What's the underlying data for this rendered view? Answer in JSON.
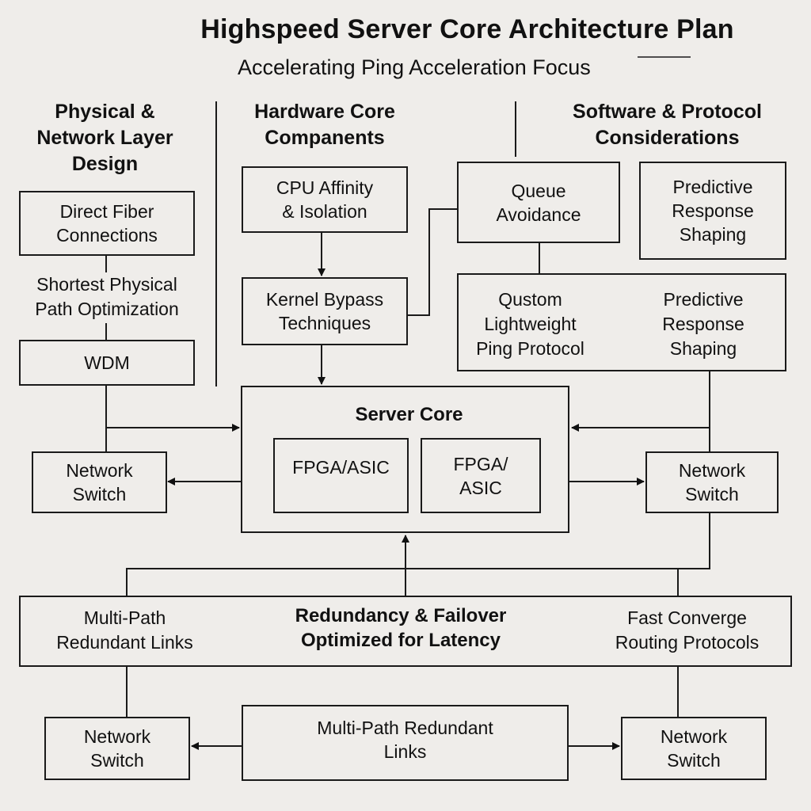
{
  "header": {
    "title": "Highspeed Server Core Architecture Plan",
    "subtitle": "Accelerating Ping Acceleration Focus"
  },
  "columns": {
    "physical": "Physical &\nNetwork Layer\nDesign",
    "hardware": "Hardware Core\nCompanents",
    "software": "Software & Protocol\nConsiderations"
  },
  "physical": {
    "direct_fiber": "Direct Fiber\nConnections",
    "shortest_path": "Shortest Physical\nPath Optimization",
    "wdm": "WDM",
    "network_switch": "Network\nSwitch"
  },
  "hardware": {
    "cpu_affinity": "CPU Affinity\n& Isolation",
    "kernel_bypass": "Kernel Bypass\nTechniques"
  },
  "software": {
    "queue_avoidance": "Queue\nAvoidance",
    "predictive_top": "Predictive\nResponse\nShaping",
    "custom_ping": "Qustom\nLightweight\nPing Protocol",
    "predictive_inner": "Predictive\nResponse\nShaping"
  },
  "core": {
    "title": "Server Core",
    "fpga_left": "FPGA/ASIC",
    "fpga_right": "FPGA/\nASIC",
    "network_switch_right": "Network\nSwitch"
  },
  "redundancy": {
    "multipath_links": "Multi-Path\nRedundant  Links",
    "center": "Redundancy & Failover\nOptimized for Latency",
    "fast_converge": "Fast Converge\nRouting Protocols"
  },
  "bottom": {
    "switch_left": "Network\nSwitch",
    "multipath_center": "Multi-Path Redundant\nLinks",
    "switch_right": "Network\nSwitch"
  }
}
